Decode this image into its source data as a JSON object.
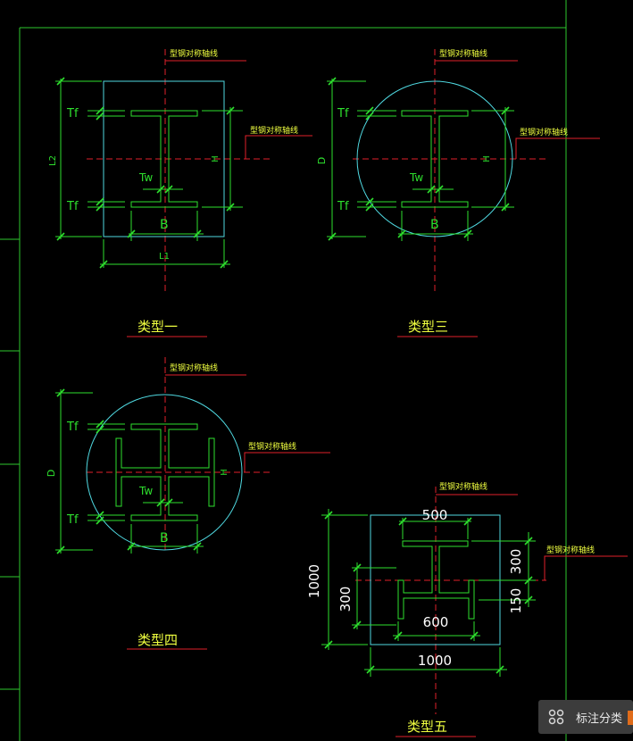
{
  "colors": {
    "background": "#000000",
    "frame": "#2ec82e",
    "steel_outline": "#2ee02e",
    "section_box": "#4fd8e0",
    "axis_line": "#e0202a",
    "label_text": "#f0ff40",
    "dim_text": "#ffffff"
  },
  "axis_label": "型钢对称轴线",
  "panels": {
    "type1": {
      "title": "类型一",
      "tf_top": "Tf",
      "tf_bottom": "Tf",
      "tw": "Tw",
      "b": "B",
      "h": "H",
      "l1": "L1",
      "l2": "L2"
    },
    "type3": {
      "title": "类型三",
      "tf_top": "Tf",
      "tf_bottom": "Tf",
      "tw": "Tw",
      "b": "B",
      "h": "H",
      "d": "D"
    },
    "type4": {
      "title": "类型四",
      "tf_top": "Tf",
      "tf_bottom": "Tf",
      "tw": "Tw",
      "b": "B",
      "h": "H",
      "d": "D"
    },
    "type5": {
      "title": "类型五",
      "dim_top": "500",
      "dim_mid": "600",
      "dim_bottom": "1000",
      "dim_left_outer": "1000",
      "dim_left_inner": "300",
      "dim_right_upper": "300",
      "dim_right_lower": "150"
    }
  },
  "toolbar": {
    "label": "标注分类",
    "icon": "grid-four-circles-icon"
  }
}
